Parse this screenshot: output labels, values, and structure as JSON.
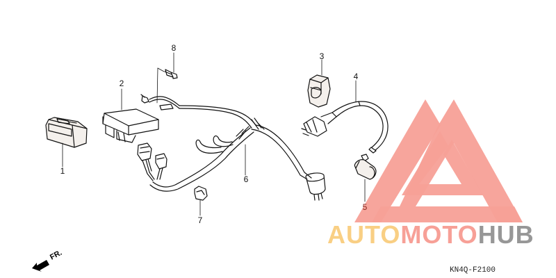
{
  "diagram": {
    "type": "exploded-parts-diagram",
    "subject": "Wire harness / ignition parts",
    "code": "KN4Q-F2100",
    "direction_indicator": {
      "label": "FR.",
      "icon": "arrow-front-icon"
    },
    "callouts": [
      {
        "number": "1",
        "part": "connector-cover"
      },
      {
        "number": "2",
        "part": "control-unit"
      },
      {
        "number": "3",
        "part": "clamp-cap"
      },
      {
        "number": "4",
        "part": "ignition-coil"
      },
      {
        "number": "5",
        "part": "spark-plug-cap"
      },
      {
        "number": "6",
        "part": "wire-harness"
      },
      {
        "number": "7",
        "part": "connector-clip"
      },
      {
        "number": "8",
        "part": "bolt"
      }
    ]
  },
  "watermark": {
    "logo_icon": "automotohub-triangle-logo-icon",
    "brand_parts": [
      "AUTO",
      "MOTO",
      "HUB"
    ],
    "colors": {
      "auto": "#f9cf84",
      "moto": "#f7a097",
      "hub": "#979797",
      "logo": "#f7a097"
    }
  }
}
